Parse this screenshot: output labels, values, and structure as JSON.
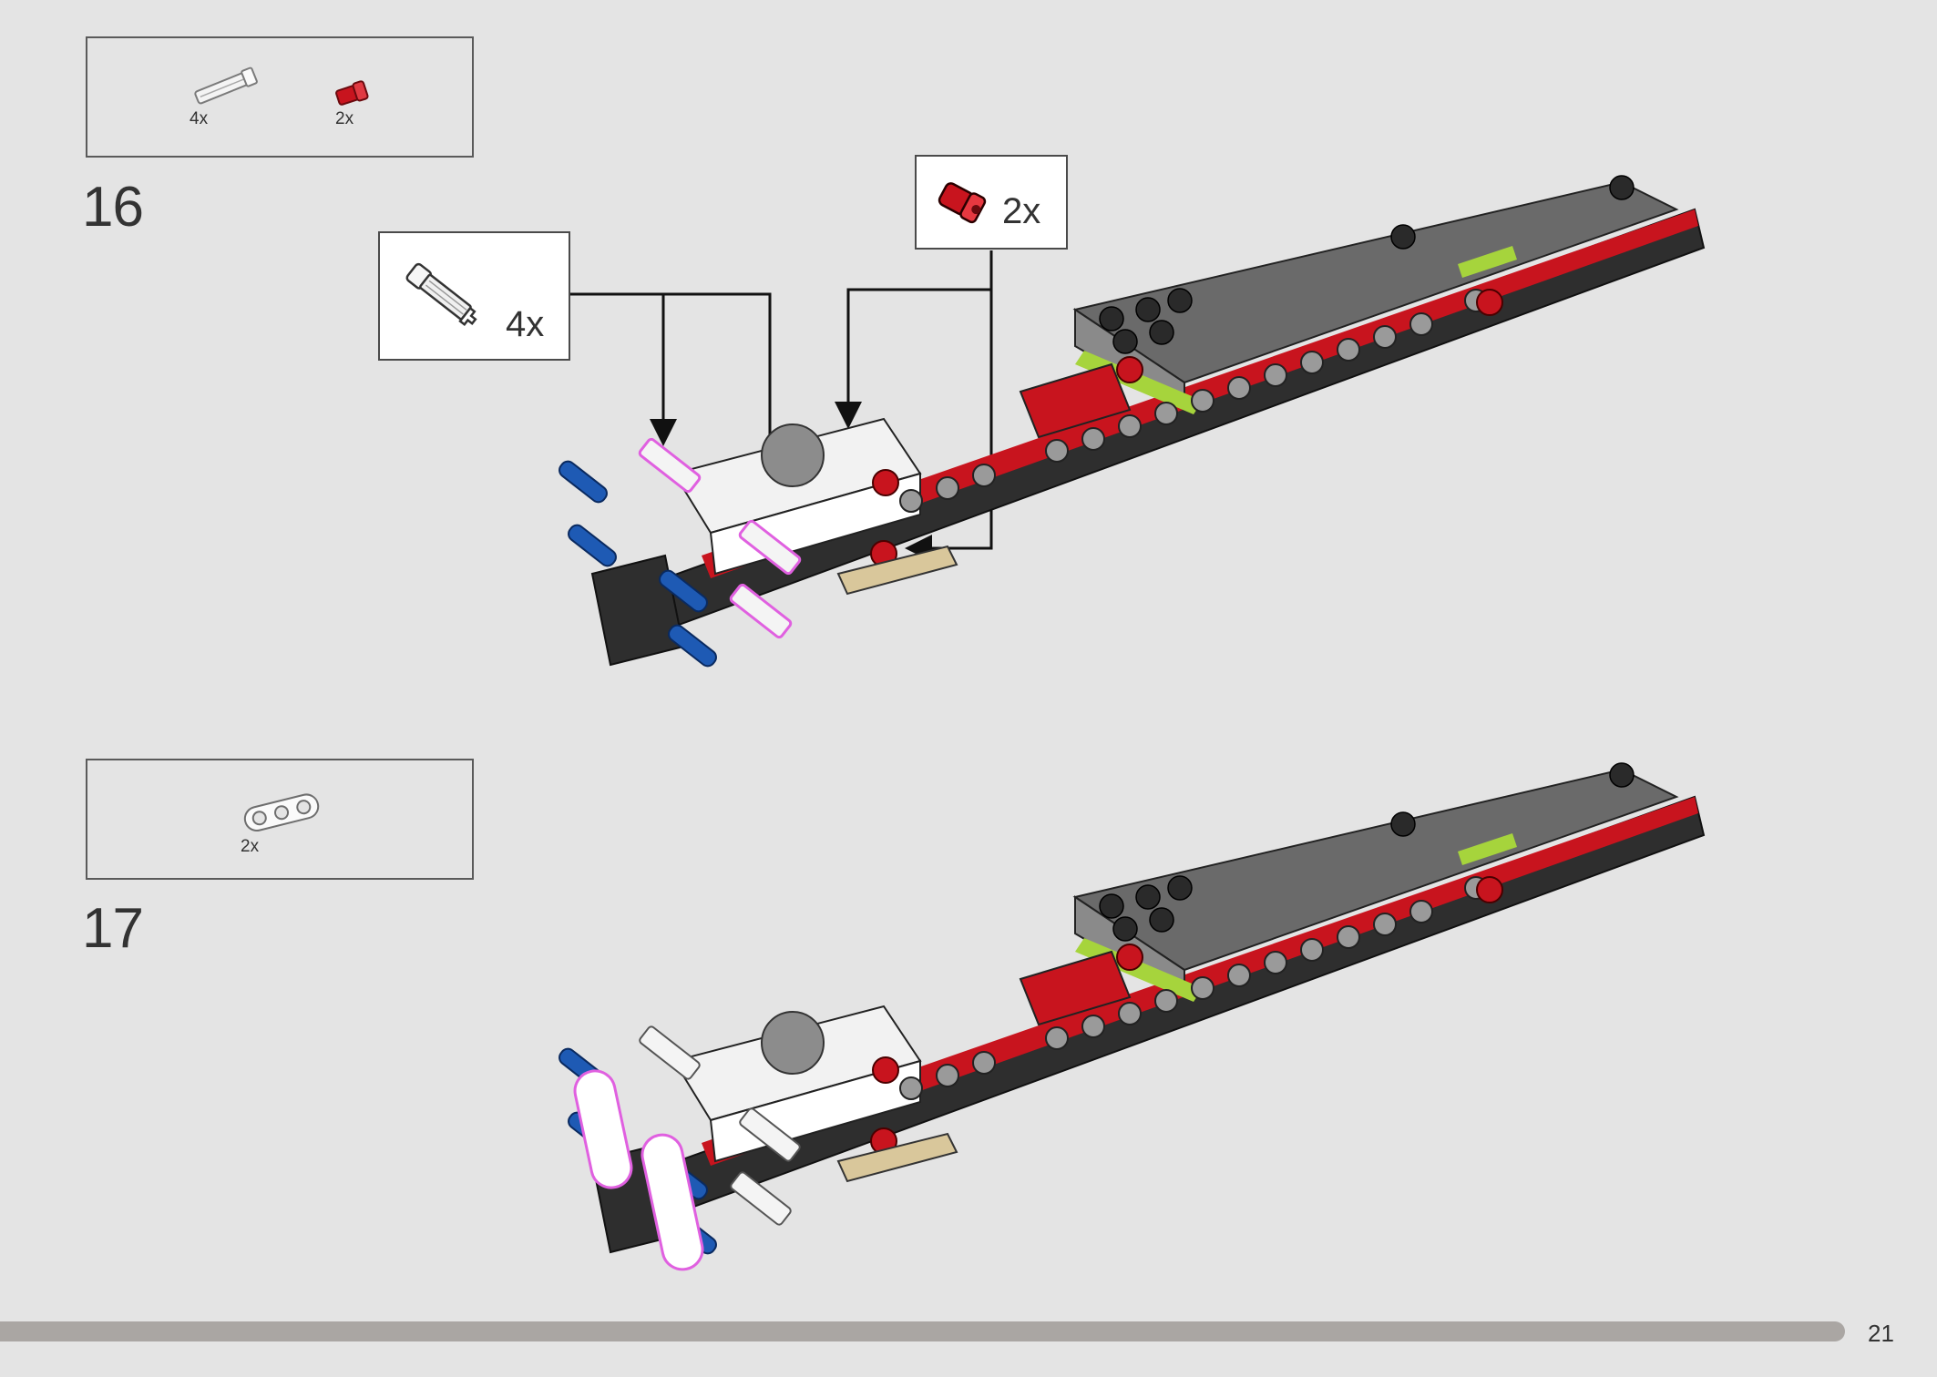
{
  "step16": {
    "number": "16",
    "parts": [
      {
        "icon": "axle-connector-icon",
        "qty": "4x"
      },
      {
        "icon": "red-pin-icon",
        "qty": "2x"
      }
    ],
    "callouts": [
      {
        "icon": "axle-connector-icon",
        "qty": "4x"
      },
      {
        "icon": "red-pin-icon",
        "qty": "2x"
      }
    ]
  },
  "step17": {
    "number": "17",
    "parts": [
      {
        "icon": "white-liftarm-3-icon",
        "qty": "2x"
      }
    ]
  },
  "colors": {
    "background": "#e4e4e4",
    "highlight": "#e060e0",
    "brick_red": "#c8141e",
    "brick_dark": "#3c3c3c",
    "brick_gray": "#6a6a6a",
    "brick_lime": "#a6d43c",
    "brick_blue": "#1e5ab4",
    "brick_tan": "#d9c79b"
  },
  "footer": {
    "page_number": "21"
  }
}
